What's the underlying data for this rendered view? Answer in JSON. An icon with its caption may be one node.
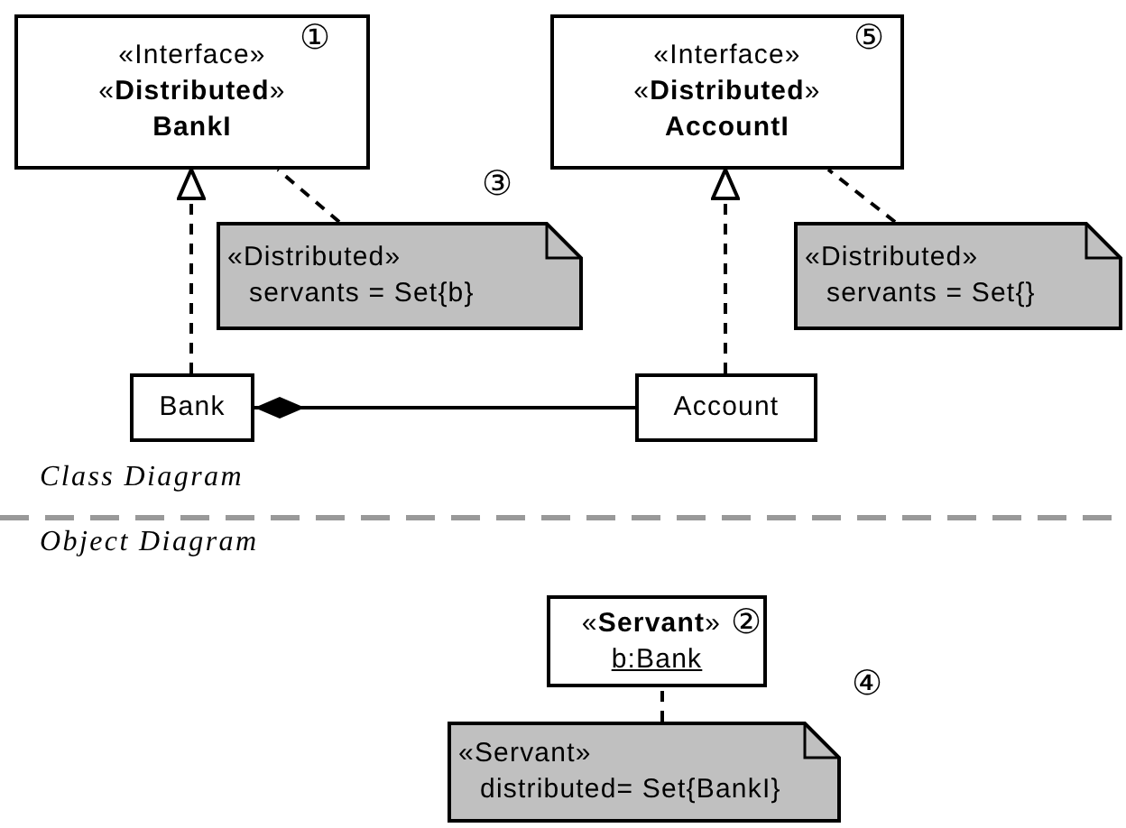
{
  "diagram": {
    "nodes": [
      {
        "text": [
          "«Interface»",
          "«**Distributed**»",
          "BankI",
          "①"
        ]
      },
      {
        "text": [
          "«Distributed»",
          "servants = Set{b}"
        ],
        "beside": [
          "③"
        ]
      },
      {
        "text": [
          "«Interface»",
          "«**Distributed**»",
          "AccountI",
          "⑤"
        ]
      },
      {
        "text": [
          "«Distributed»",
          "servants = Set{}"
        ]
      },
      {
        "text": [
          "Bank"
        ]
      },
      {
        "text": [
          "Account"
        ]
      },
      {
        "text": [
          "«**Servant**»",
          "b:Bank",
          "②"
        ]
      },
      {
        "text": [
          "«Servant»",
          "distributed= Set{BankI}"
        ],
        "beside": [
          "④"
        ]
      }
    ],
    "edges": [
      {
        "from": 4,
        "to": 0,
        "arrow": "to",
        "style": "dashed"
      },
      {
        "from": 1,
        "to": 0,
        "arrow": "none",
        "style": "dashed"
      },
      {
        "from": 5,
        "to": 2,
        "arrow": "to",
        "style": "dashed"
      },
      {
        "from": 3,
        "to": 2,
        "arrow": "none",
        "style": "dashed"
      },
      {
        "from": 4,
        "to": 5,
        "arrow": "other"
      },
      {
        "from": 7,
        "to": 6,
        "arrow": "none",
        "style": "dashed"
      }
    ],
    "labels": [
      "Class Diagram",
      "Object Diagram"
    ]
  }
}
